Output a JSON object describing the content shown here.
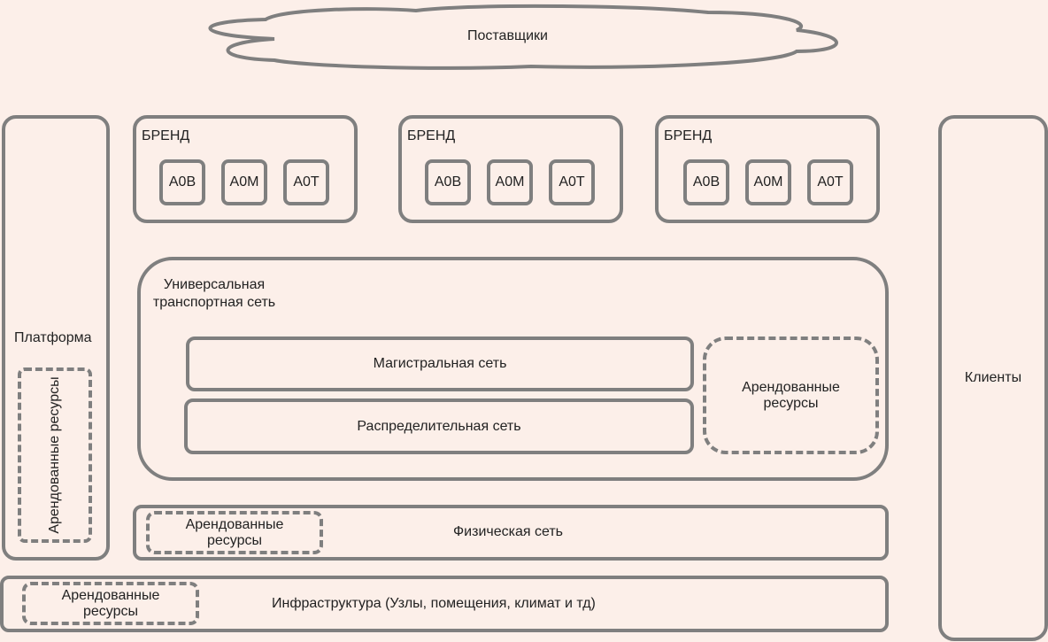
{
  "suppliers": {
    "label": "Поставщики"
  },
  "brands": [
    {
      "title": "БРЕНД",
      "items": [
        "A0B",
        "A0M",
        "A0T"
      ]
    },
    {
      "title": "БРЕНД",
      "items": [
        "A0B",
        "A0M",
        "A0T"
      ]
    },
    {
      "title": "БРЕНД",
      "items": [
        "A0B",
        "A0M",
        "A0T"
      ]
    }
  ],
  "platform": {
    "label": "Платформа",
    "rented": "Арендованные ресурсы"
  },
  "clients": {
    "label": "Клиенты"
  },
  "transport": {
    "label": "Универсальная транспортная сеть",
    "backbone": "Магистральная сеть",
    "distribution": "Распределительная сеть",
    "rented": "Арендованные ресурсы"
  },
  "physical": {
    "label": "Физическая сеть",
    "rented": "Арендованные ресурсы"
  },
  "infrastructure": {
    "label": "Инфраструктура (Узлы, помещения, климат и тд)",
    "rented": "Арендованные ресурсы"
  },
  "colors": {
    "stroke": "#7f7f7f",
    "background": "#fcefe9",
    "text": "#222222"
  }
}
